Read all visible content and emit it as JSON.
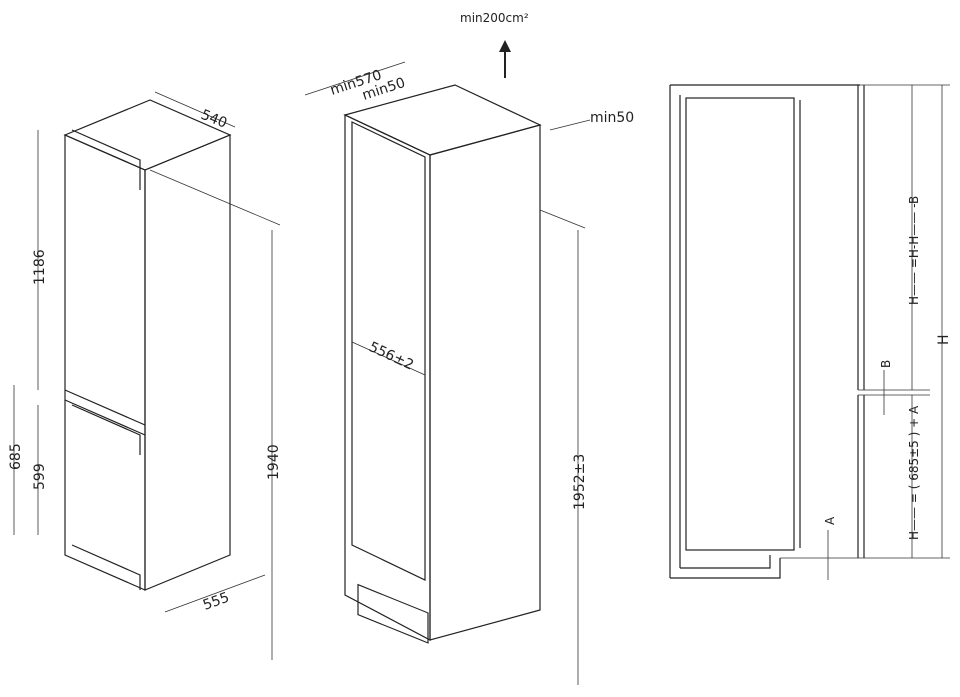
{
  "appliance": {
    "width": "540",
    "upper_height": "1186",
    "lower_total": "685",
    "lower_height": "599",
    "total_height": "1940",
    "depth": "555"
  },
  "cabinet": {
    "vent_area": "min200cm²",
    "min_depth": "min570",
    "min_rear_gap": "min50",
    "min_top_gap": "min50",
    "inner_width": "556±2",
    "inner_height": "1952±3"
  },
  "side_view": {
    "total_label": "H",
    "upper_formula": "H—— =H-H—— -B",
    "gap_label": "B",
    "lower_formula": "H—— = ( 685±5 ) + A",
    "bottom_label": "A"
  }
}
